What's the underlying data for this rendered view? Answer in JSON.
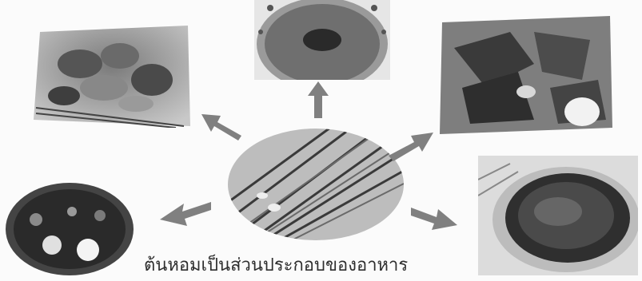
{
  "diagram": {
    "center_image": "green-onion-photo",
    "dish_images": [
      "stir-fry-top-left-photo",
      "minced-dish-top-center-photo",
      "stir-fry-top-right-photo",
      "soup-bowl-bottom-left-photo",
      "minced-salad-bottom-right-photo"
    ],
    "caption": "ต้นหอมเป็นส่วนประกอบของอาหาร",
    "colors": {
      "background": "#fbfbfb",
      "arrow": "#808080",
      "caption": "#2e2e2e"
    }
  }
}
